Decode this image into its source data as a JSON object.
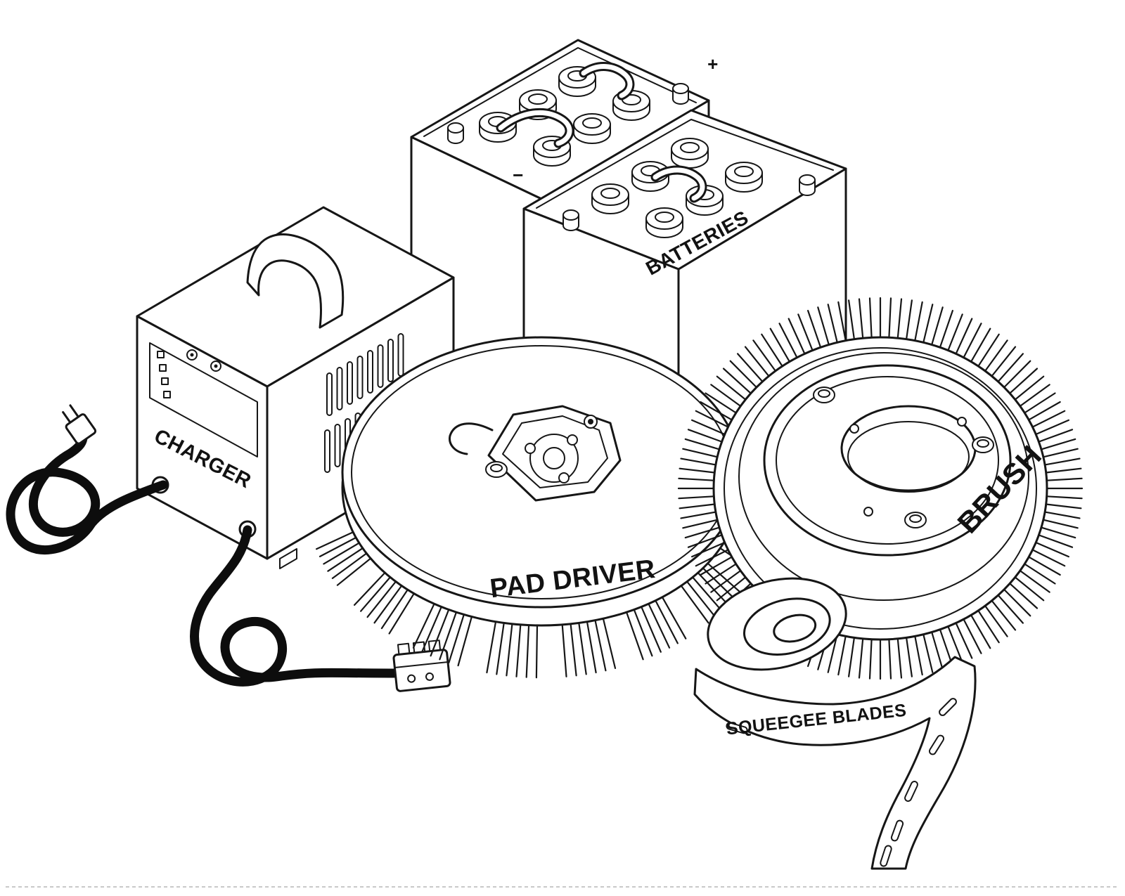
{
  "diagram": {
    "background_color": "#ffffff",
    "line_color": "#161616",
    "parts": {
      "charger": {
        "label": "CHARGER"
      },
      "batteries": {
        "label": "BATTERIES",
        "positive_mark": "+",
        "negative_mark": "−"
      },
      "pad_driver": {
        "label": "PAD DRIVER"
      },
      "brush": {
        "label": "BRUSH"
      },
      "squeegee_blades": {
        "label": "SQUEEGEE BLADES"
      }
    }
  }
}
